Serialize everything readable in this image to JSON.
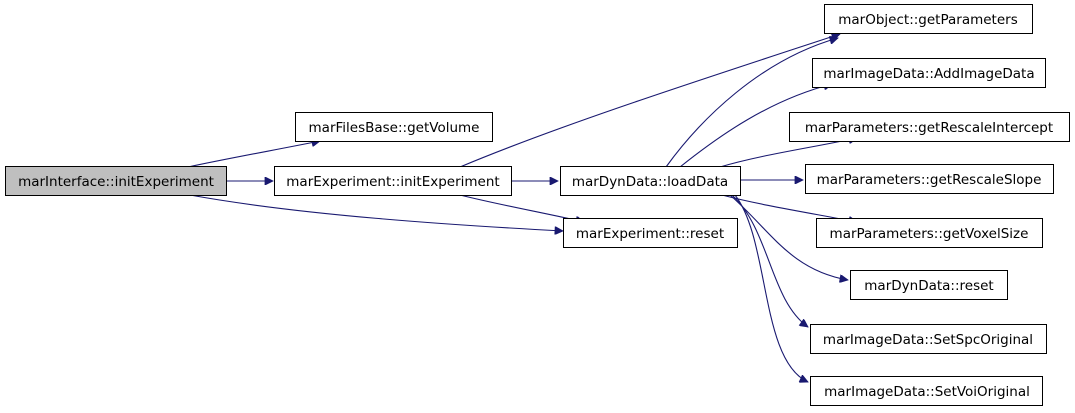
{
  "colors": {
    "edge": "#191970",
    "root_fill": "#bfbfbf",
    "node_fill": "#ffffff",
    "border": "#000000"
  },
  "nodes": {
    "root": "marInterface::initExperiment",
    "files_get_volume": "marFilesBase::getVolume",
    "exp_init": "marExperiment::initExperiment",
    "exp_reset": "marExperiment::reset",
    "dyn_load": "marDynData::loadData",
    "obj_get_params": "marObject::getParameters",
    "img_add": "marImageData::AddImageData",
    "par_intercept": "marParameters::getRescaleIntercept",
    "par_slope": "marParameters::getRescaleSlope",
    "par_voxel": "marParameters::getVoxelSize",
    "dyn_reset": "marDynData::reset",
    "img_spc": "marImageData::SetSpcOriginal",
    "img_voi": "marImageData::SetVoiOriginal"
  }
}
